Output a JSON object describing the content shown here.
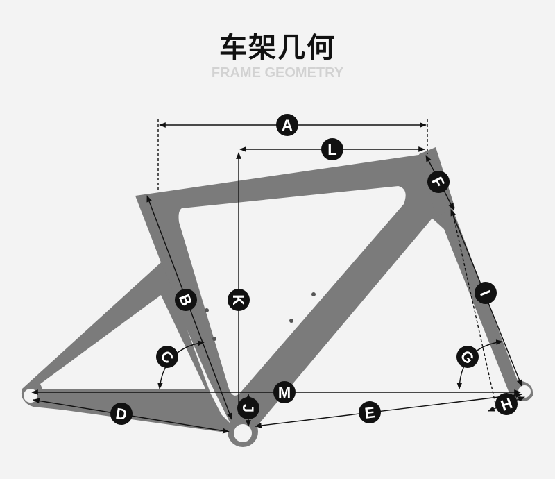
{
  "header": {
    "title": "车架几何",
    "subtitle": "FRAME GEOMETRY"
  },
  "colors": {
    "background": "#f3f3f3",
    "frame": "#7a7a7a",
    "line": "#111111",
    "marker": "#111111",
    "marker_text": "#ffffff"
  },
  "dimensions": {
    "A": "A",
    "B": "B",
    "C": "C",
    "D": "D",
    "E": "E",
    "F": "F",
    "G": "G",
    "H": "H",
    "I": "I",
    "J": "J",
    "K": "K",
    "L": "L",
    "M": "M"
  }
}
